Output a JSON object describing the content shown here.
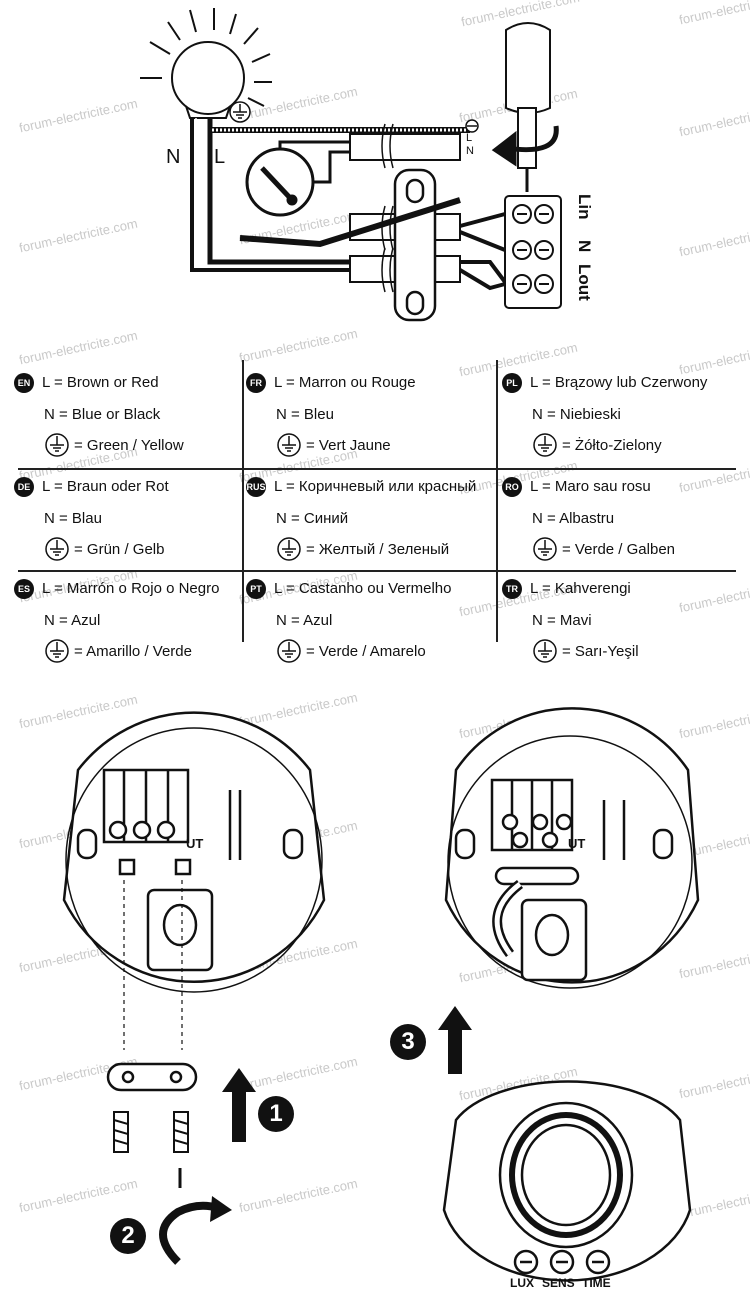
{
  "watermark": "forum-electricite.com",
  "wiring": {
    "n_label": "N",
    "l_label": "L",
    "top_terminal_l": "L",
    "top_terminal_n": "N",
    "terminal_l_in": "Lin",
    "terminal_n": "N",
    "terminal_l_out": "Lout"
  },
  "legend": [
    {
      "code": "EN",
      "l": "L = Brown or Red",
      "n": "N = Blue or Black",
      "g": "= Green / Yellow"
    },
    {
      "code": "FR",
      "l": "L = Marron ou Rouge",
      "n": "N = Bleu",
      "g": "= Vert Jaune"
    },
    {
      "code": "PL",
      "l": "L = Brązowy lub Czerwony",
      "n": "N = Niebieski",
      "g": "= Żółto-Zielony"
    },
    {
      "code": "DE",
      "l": "L = Braun oder Rot",
      "n": "N = Blau",
      "g": "= Grün / Gelb"
    },
    {
      "code": "RUS",
      "l": "L = Коричневый или красный",
      "n": "N = Синий",
      "g": "= Желтый / Зеленый"
    },
    {
      "code": "RO",
      "l": "L = Maro sau rosu",
      "n": "N = Albastru",
      "g": "= Verde / Galben"
    },
    {
      "code": "ES",
      "l": "L = Marrón o Rojo o Negro",
      "n": "N = Azul",
      "g": "= Amarillo / Verde"
    },
    {
      "code": "PT",
      "l": "L = Castanho ou Vermelho",
      "n": "N = Azul",
      "g": "= Verde / Amarelo"
    },
    {
      "code": "TR",
      "l": "L = Kahverengi",
      "n": "N = Mavi",
      "g": "= Sarı-Yeşil"
    }
  ],
  "device": {
    "out_label_left": "UT",
    "out_label_right": "UT",
    "step1": "1",
    "step2": "2",
    "step3": "3",
    "knob_lux": "LUX",
    "knob_sens": "SENS",
    "knob_time": "TIME"
  }
}
